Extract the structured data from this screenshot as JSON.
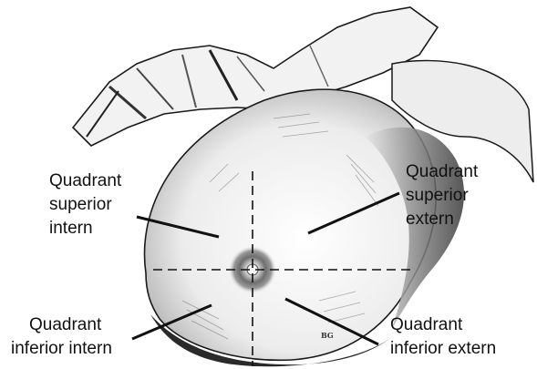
{
  "labels": {
    "superior_intern": [
      "Quadrant",
      "superior",
      "intern"
    ],
    "superior_extern": [
      "Quadrant",
      "superior",
      "extern"
    ],
    "inferior_intern": [
      "Quadrant",
      "inferior intern"
    ],
    "inferior_extern": [
      "Quadrant",
      "inferior extern"
    ]
  },
  "artist_mark": "BG",
  "colors": {
    "ink": "#111111",
    "background": "#ffffff",
    "areola": "#8c8c8c"
  }
}
